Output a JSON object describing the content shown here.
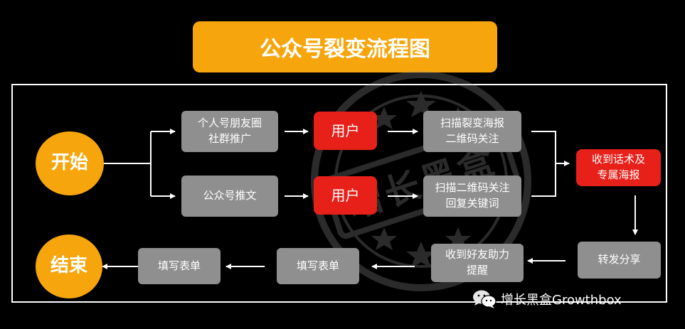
{
  "title": "公众号裂变流程图",
  "colors": {
    "orange": "#f7a50c",
    "red": "#e8201a",
    "gray": "#8f8f8f",
    "background": "#000000"
  },
  "nodes": {
    "start": "开始",
    "moments_line1": "个人号朋友圈",
    "moments_line2": "社群推广",
    "article": "公众号推文",
    "user_top": "用户",
    "user_bottom": "用户",
    "scan_poster_line1": "扫描裂变海报",
    "scan_poster_line2": "二维码关注",
    "scan_qr_line1": "扫描二维码关注",
    "scan_qr_line2": "回复关键词",
    "receive_line1": "收到话术及",
    "receive_line2": "专属海报",
    "forward": "转发分享",
    "help_line1": "收到好友助力",
    "help_line2": "提醒",
    "form_1": "填写表单",
    "form_2": "填写表单",
    "end": "结束"
  },
  "watermark": {
    "text": "增长黑盒",
    "icon": "star-stamp-icon"
  },
  "brand": {
    "icon": "wechat-icon",
    "text": "增长黑盒Growthbox"
  }
}
